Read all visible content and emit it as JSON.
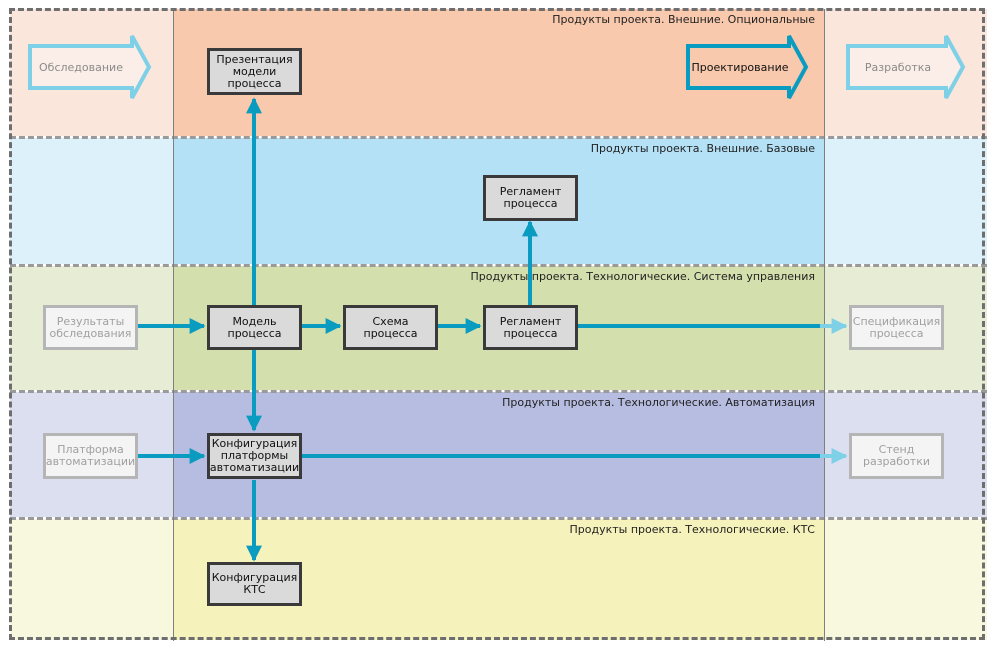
{
  "colors": {
    "accent": "#0a9bc0",
    "accent_light": "#7ed0e6",
    "band_optional": "#f8c9ad",
    "band_base": "#b4e1f6",
    "band_control": "#d3dfac",
    "band_automation": "#b7bde1",
    "band_kts": "#f5f3bb"
  },
  "bands": {
    "optional": "Продукты проекта. Внешние. Опциональные",
    "base": "Продукты проекта. Внешние. Базовые",
    "control": "Продукты проекта. Технологические. Система управления",
    "automation": "Продукты проекта. Технологические. Автоматизация",
    "kts": "Продукты проекта. Технологические. КТС"
  },
  "phases": {
    "survey": "Обследование",
    "design": "Проектирование",
    "development": "Разработка"
  },
  "boxes": {
    "model_presentation": "Презентация\nмодели\nпроцесса",
    "regulation_top": "Регламент\nпроцесса",
    "survey_results": "Результаты\nобследования",
    "process_model": "Модель\nпроцесса",
    "process_scheme": "Схема\nпроцесса",
    "regulation": "Регламент\nпроцесса",
    "specification": "Спецификация\nпроцесса",
    "automation_platform": "Платформа\nавтоматизации",
    "platform_config": "Конфигурация\nплатформы\nавтоматизации",
    "dev_stand": "Стенд\nразработки",
    "kts_config": "Конфигурация\nКТС"
  }
}
